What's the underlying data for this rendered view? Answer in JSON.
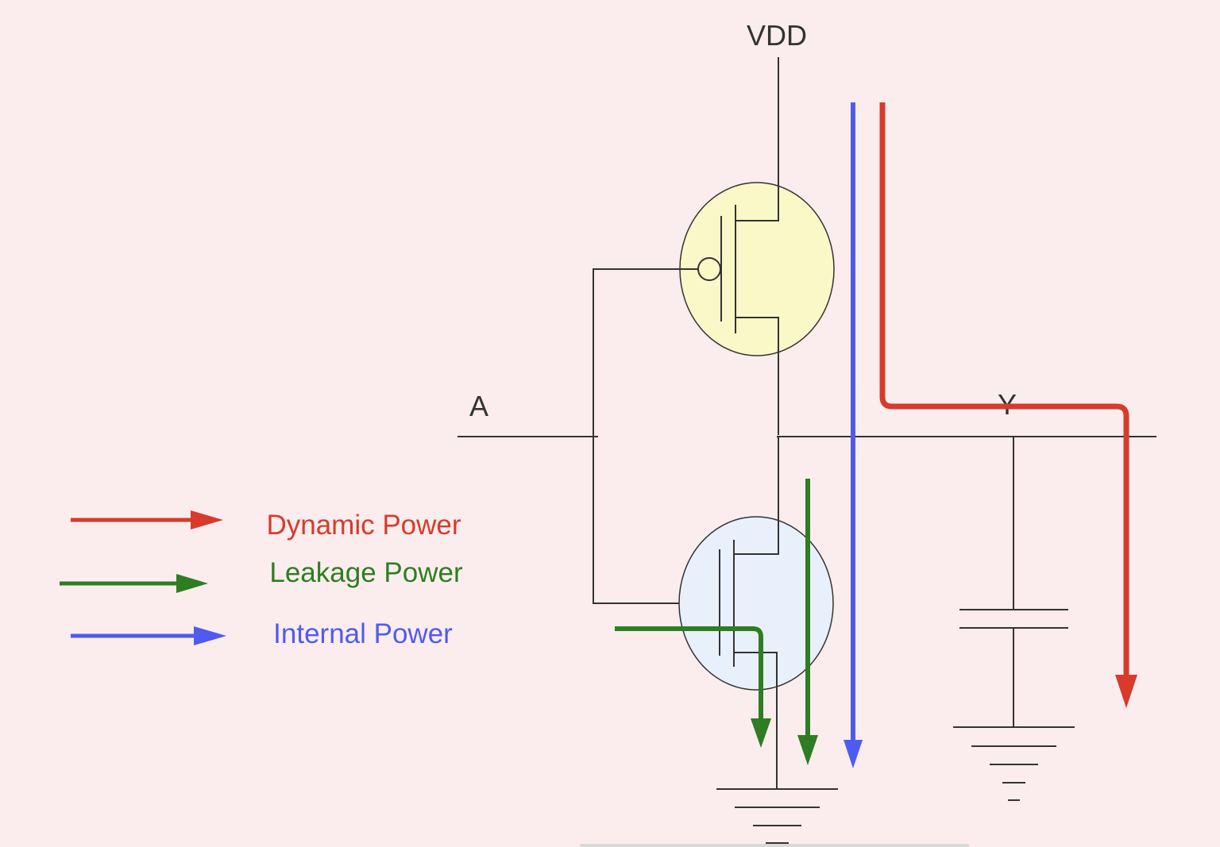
{
  "labels": {
    "vdd": "VDD",
    "input": "A",
    "output": "Y"
  },
  "legend": [
    {
      "label": "Dynamic Power",
      "color": "#d83a2b"
    },
    {
      "label": "Leakage Power",
      "color": "#2e7d22"
    },
    {
      "label": "Internal Power",
      "color": "#4f5bf0"
    }
  ],
  "colors": {
    "background": "#fbeded",
    "pmos_fill": "#fbf8c8",
    "nmos_fill": "#e8f0fb",
    "wire": "#333333"
  }
}
